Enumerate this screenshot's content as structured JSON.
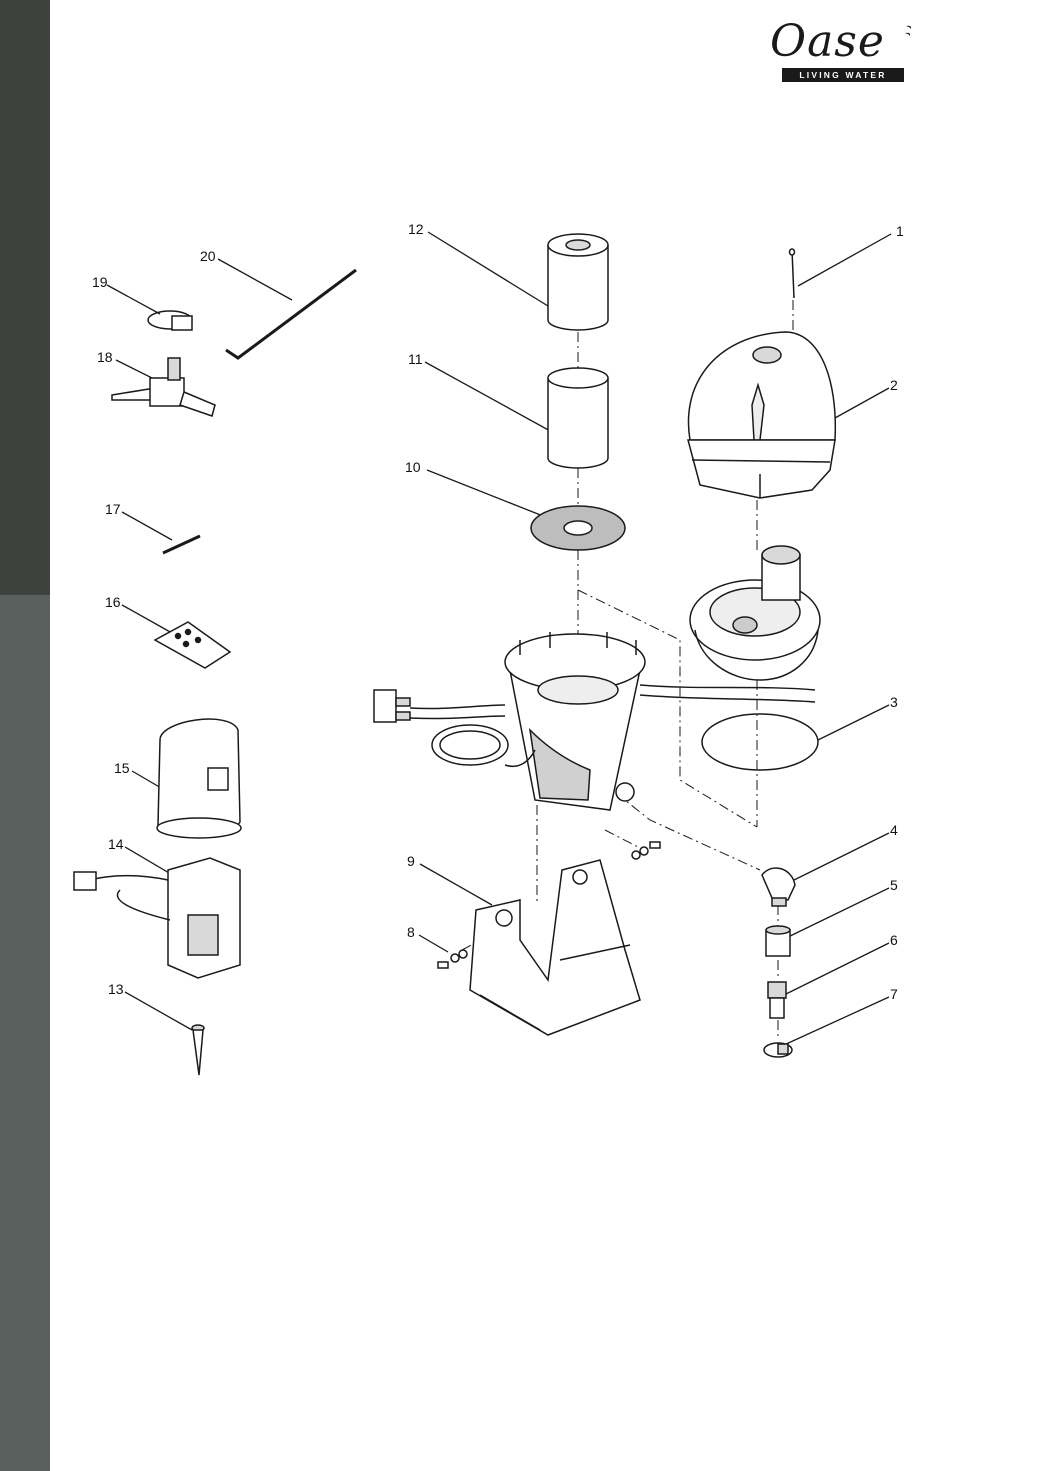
{
  "brand": {
    "name": "Oase",
    "tagline": "LIVING WATER"
  },
  "colors": {
    "sidebar_top": "#3d423f",
    "sidebar_bottom": "#5a605d",
    "line": "#1a1a1a",
    "part_fill": "#e6e6e6"
  },
  "labels": {
    "p1": "1",
    "p2": "2",
    "p3": "3",
    "p4": "4",
    "p5": "5",
    "p6": "6",
    "p7": "7",
    "p8": "8",
    "p9": "9",
    "p10": "10",
    "p11": "11",
    "p12": "12",
    "p13": "13",
    "p14": "14",
    "p15": "15",
    "p16": "16",
    "p17": "17",
    "p18": "18",
    "p19": "19",
    "p20": "20"
  }
}
